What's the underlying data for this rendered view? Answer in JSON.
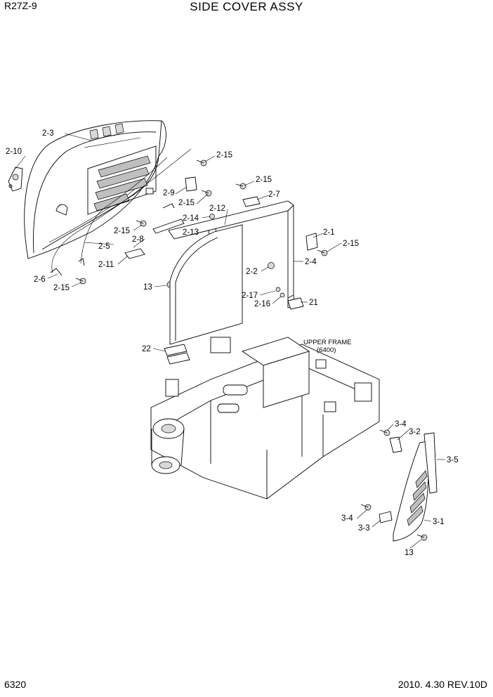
{
  "header": {
    "model": "R27Z-9",
    "title": "SIDE COVER ASSY"
  },
  "footer": {
    "page": "6320",
    "date_rev": "2010. 4.30  REV.10D"
  },
  "callouts": [
    "2-10",
    "2-3",
    "2-15",
    "2-15",
    "2-9",
    "2-7",
    "2-15",
    "2-12",
    "2-14",
    "2-15",
    "2-13",
    "2-8",
    "2-5",
    "2-11",
    "2-1",
    "2-15",
    "2-4",
    "2-2",
    "2-17",
    "2-16",
    "21",
    "2-6",
    "2-15",
    "13",
    "22",
    "3-4",
    "3-2",
    "3-5",
    "3-4",
    "3-3",
    "3-1",
    "13"
  ],
  "frame_note": {
    "line1": "UPPER FRAME",
    "line2": "(6400)"
  }
}
